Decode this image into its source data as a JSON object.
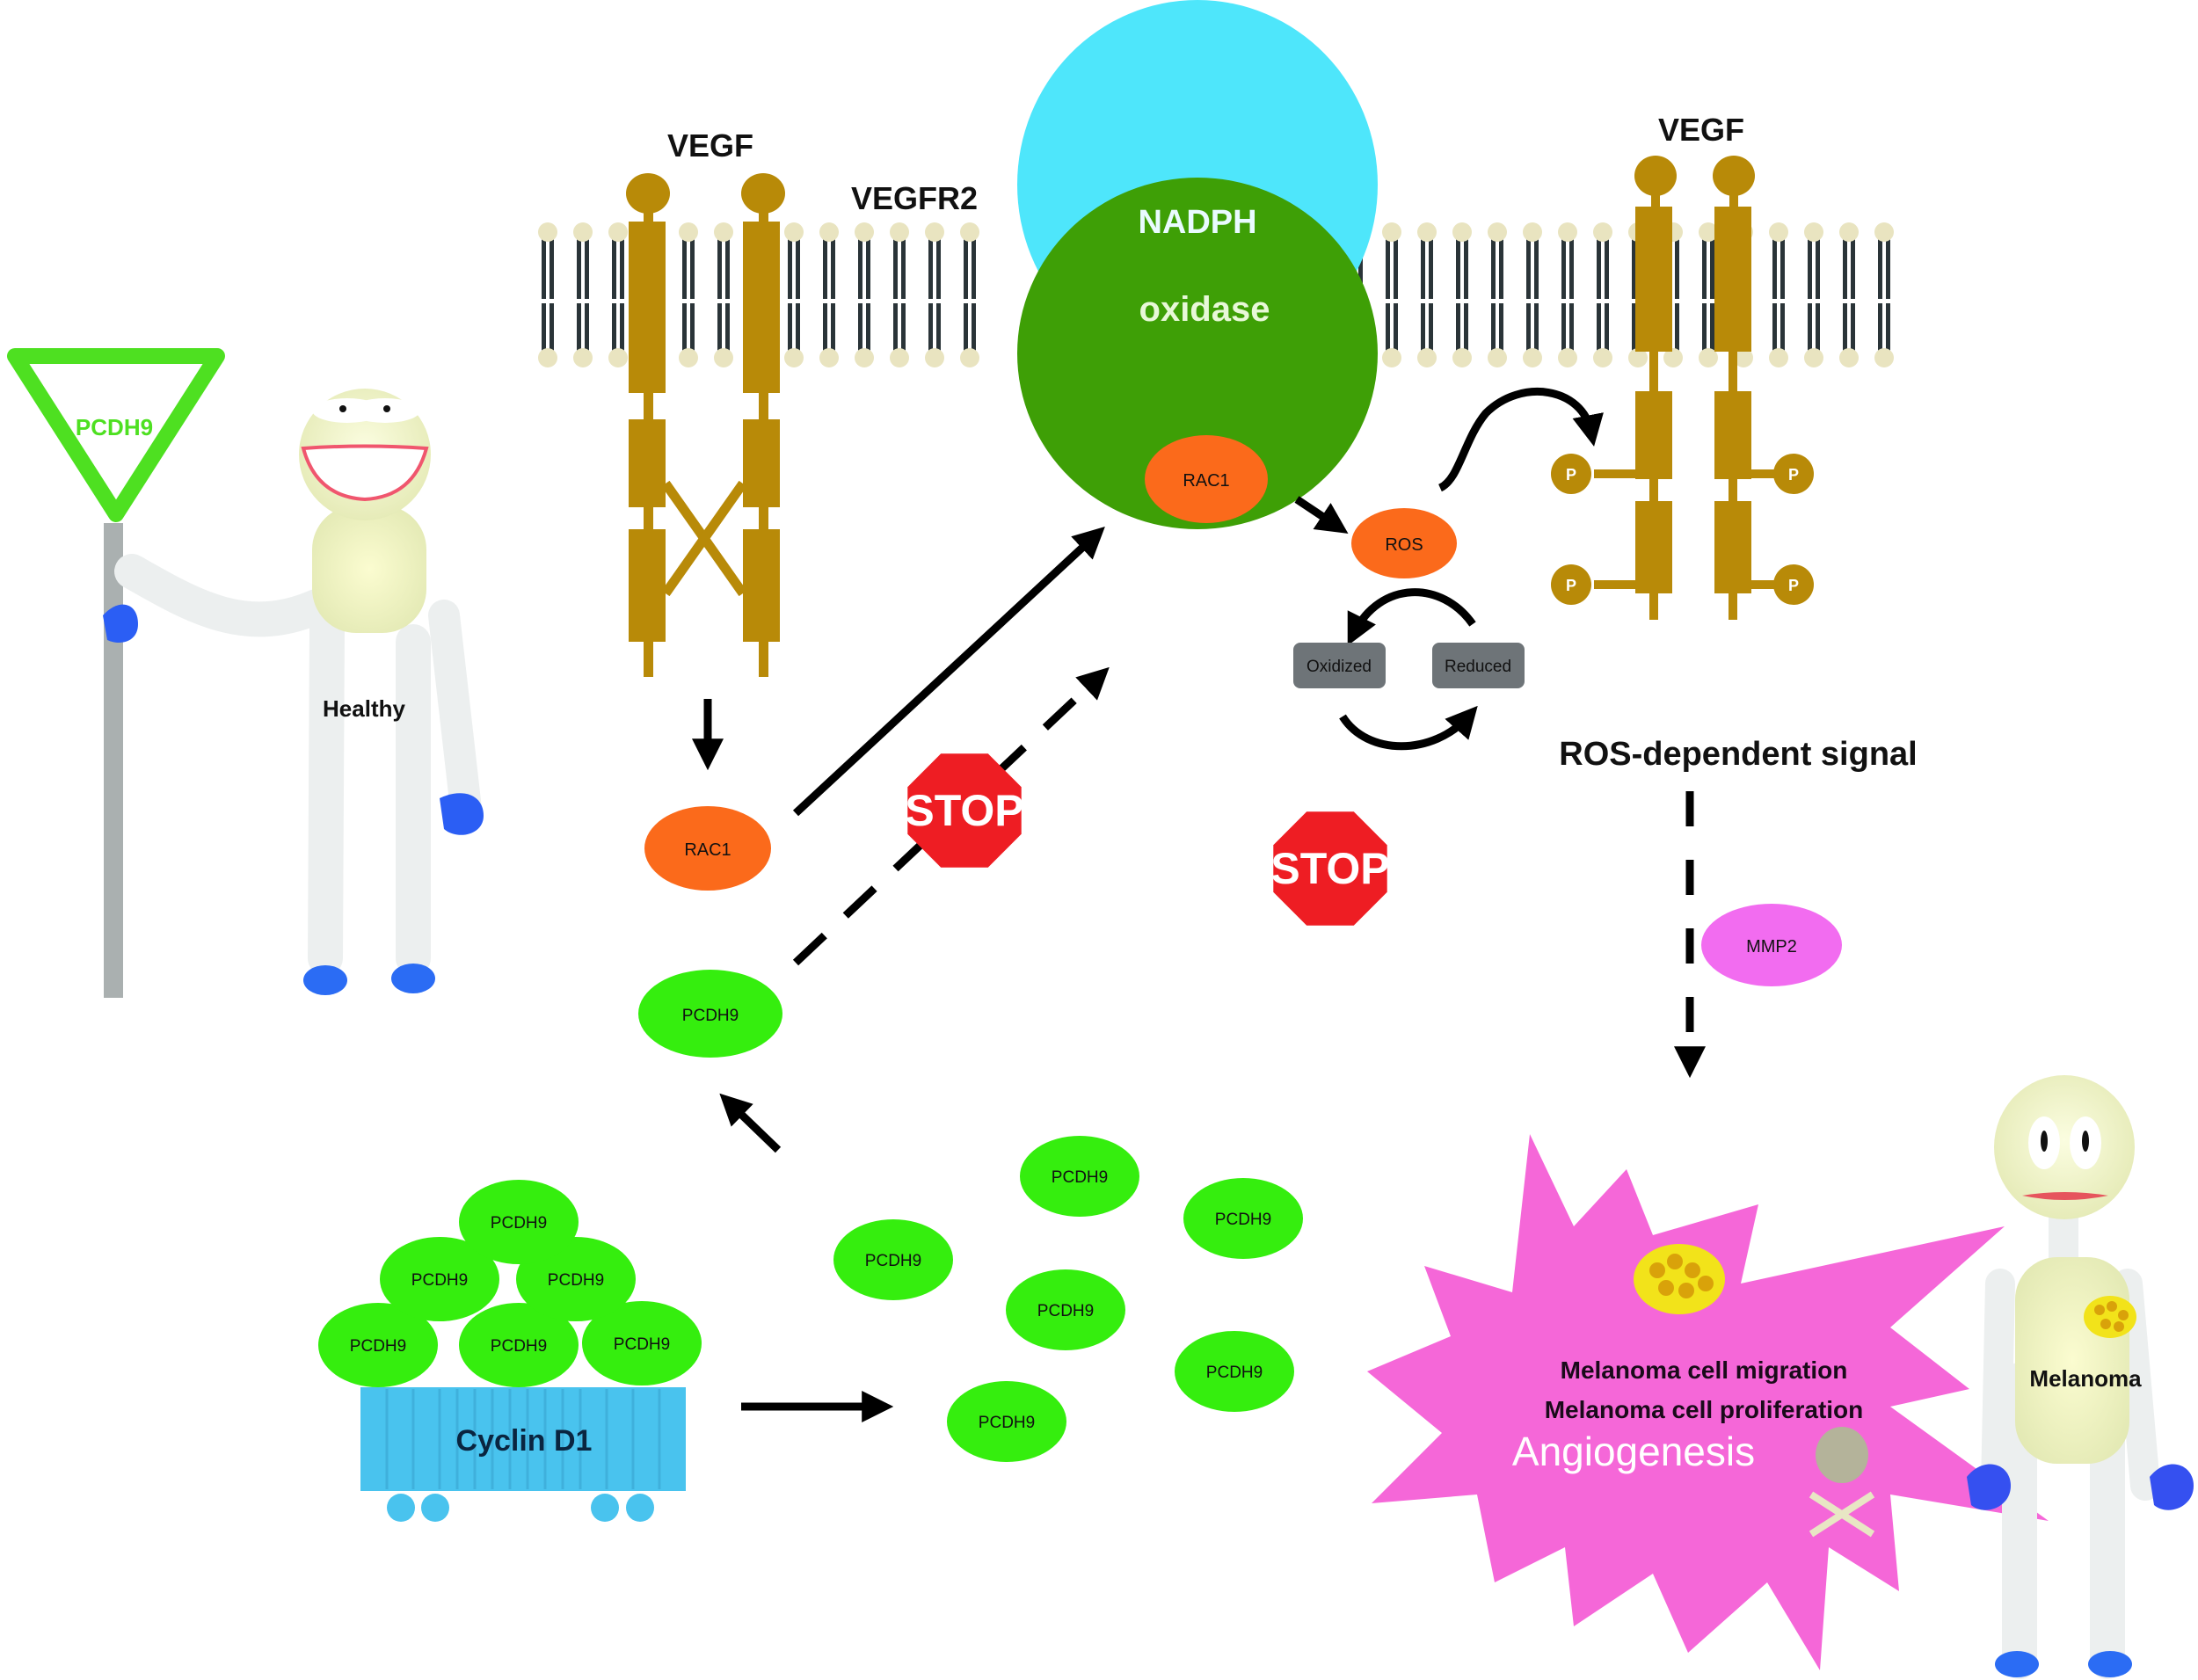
{
  "figure": {
    "type": "signaling-pathway-diagram",
    "colors": {
      "receptor": "#b88a08",
      "lipid_head": "#e9e4c0",
      "lipid_tail": "#2a3438",
      "nadph_cyan": "#4ee6fb",
      "oxidase_green": "#3e9f06",
      "rac1_orange": "#fb6a1b",
      "ros_orange": "#fb6a1b",
      "pcdh9_green": "#35ee0e",
      "mmp2_magenta": "#f26cf0",
      "starburst_magenta": "#f567d8",
      "stop_red": "#ee1d23",
      "cyclin_blue": "#49c3ee",
      "redox_box_gray": "#6e7478",
      "arrow_black": "#000000",
      "person_head": "#f3f6c6",
      "person_limb": "#ecefef",
      "glove_blue": "#2b5ef4",
      "tumor_yellow": "#f2e31a"
    }
  },
  "labels": {
    "vegf_left": "VEGF",
    "vegf_right": "VEGF",
    "vegfr2": "VEGFR2",
    "nadph": "NADPH",
    "oxidase": "oxidase",
    "rac1_membrane": "RAC1",
    "rac1_free": "RAC1",
    "ros": "ROS",
    "oxidized": "Oxidized",
    "reduced": "Reduced",
    "ros_signal": "ROS-dependent signal",
    "mmp2": "MMP2",
    "stop": "STOP",
    "phospho": "P",
    "pcdh9": "PCDH9",
    "cyclin": "Cyclin D1",
    "outcome_migration": "Melanoma  cell  migration",
    "outcome_proliferation": "Melanoma  cell  proliferation",
    "outcome_angiogenesis": "Angiogenesis",
    "healthy_person": "Healthy",
    "melanoma_person": "Melanoma",
    "sign_text": "PCDH9"
  },
  "counts": {
    "pcdh9_on_cyclin": 6,
    "pcdh9_scattered": 6,
    "phospho_sites": 4,
    "stop_signs": 2
  }
}
